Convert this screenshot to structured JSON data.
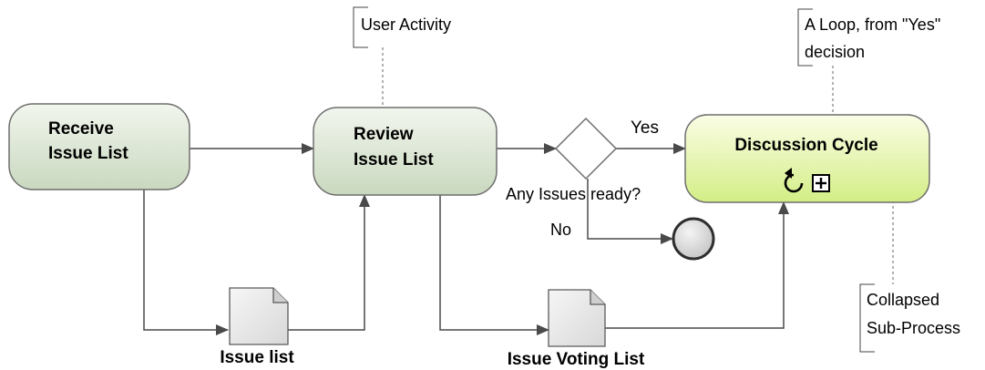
{
  "colors": {
    "task_fill_top": "#f2f6ee",
    "task_fill_bottom": "#cfdcc6",
    "subprocess_fill_top": "#fbfde6",
    "subprocess_fill_bottom": "#d6f08c",
    "line": "#4a4a4a",
    "annotation_line": "#808080",
    "document_fill": "#e8e8e8",
    "end_event_fill": "#d4d4d4"
  },
  "tasks": {
    "receive": {
      "line1": "Receive",
      "line2": "Issue List"
    },
    "review": {
      "line1": "Review",
      "line2": "Issue List"
    },
    "discussion": {
      "label": "Discussion Cycle",
      "markers": [
        "loop-icon",
        "collapsed-plus-icon"
      ]
    }
  },
  "gateway": {
    "question": "Any Issues ready?",
    "yes_label": "Yes",
    "no_label": "No"
  },
  "data_objects": {
    "issue_list": "Issue list",
    "voting_list": "Issue Voting List"
  },
  "annotations": {
    "user_activity": "User Activity",
    "loop_line1": "A Loop, from \"Yes\"",
    "loop_line2": "decision",
    "collapsed_line1": "Collapsed",
    "collapsed_line2": "Sub-Process"
  }
}
